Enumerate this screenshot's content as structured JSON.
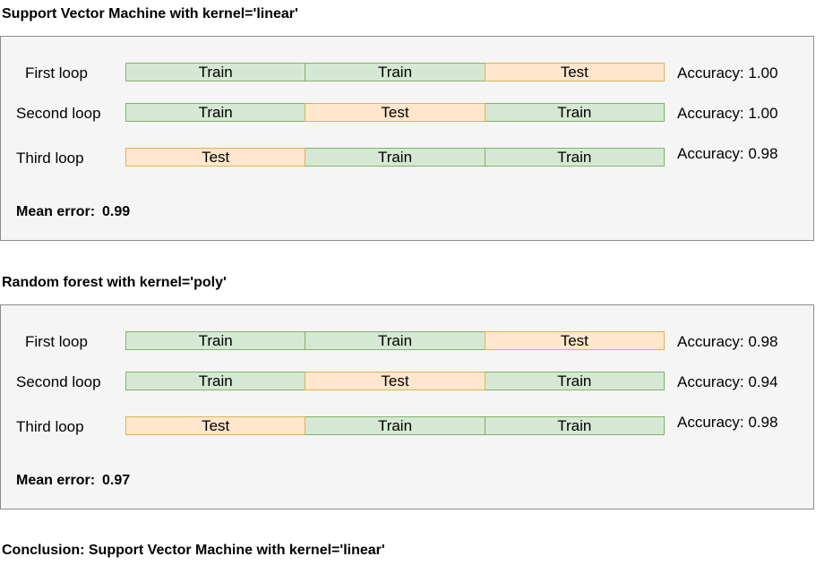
{
  "sections": [
    {
      "title": "Support Vector Machine with kernel='linear'",
      "rows": [
        {
          "label": "First loop",
          "segments": [
            "Train",
            "Train",
            "Test"
          ],
          "accuracy": "Accuracy: 1.00"
        },
        {
          "label": "Second loop",
          "segments": [
            "Train",
            "Test",
            "Train"
          ],
          "accuracy": "Accuracy: 1.00"
        },
        {
          "label": "Third loop",
          "segments": [
            "Test",
            "Train",
            "Train"
          ],
          "accuracy": "Accuracy: 0.98"
        }
      ],
      "mean_error_label": "Mean error:",
      "mean_error_value": "0.99"
    },
    {
      "title": "Random forest with kernel='poly'",
      "rows": [
        {
          "label": "First loop",
          "segments": [
            "Train",
            "Train",
            "Test"
          ],
          "accuracy": "Accuracy: 0.98"
        },
        {
          "label": "Second loop",
          "segments": [
            "Train",
            "Test",
            "Train"
          ],
          "accuracy": "Accuracy: 0.94"
        },
        {
          "label": "Third loop",
          "segments": [
            "Test",
            "Train",
            "Train"
          ],
          "accuracy": "Accuracy: 0.98"
        }
      ],
      "mean_error_label": "Mean error:",
      "mean_error_value": "0.97"
    }
  ],
  "conclusion": "Conclusion: Support Vector Machine with kernel='linear'",
  "colors": {
    "train_fill": "#d5e8d4",
    "train_border": "#82b366",
    "test_fill": "#ffe6cc",
    "test_border": "#d6b656",
    "panel_fill": "#f5f5f5"
  }
}
